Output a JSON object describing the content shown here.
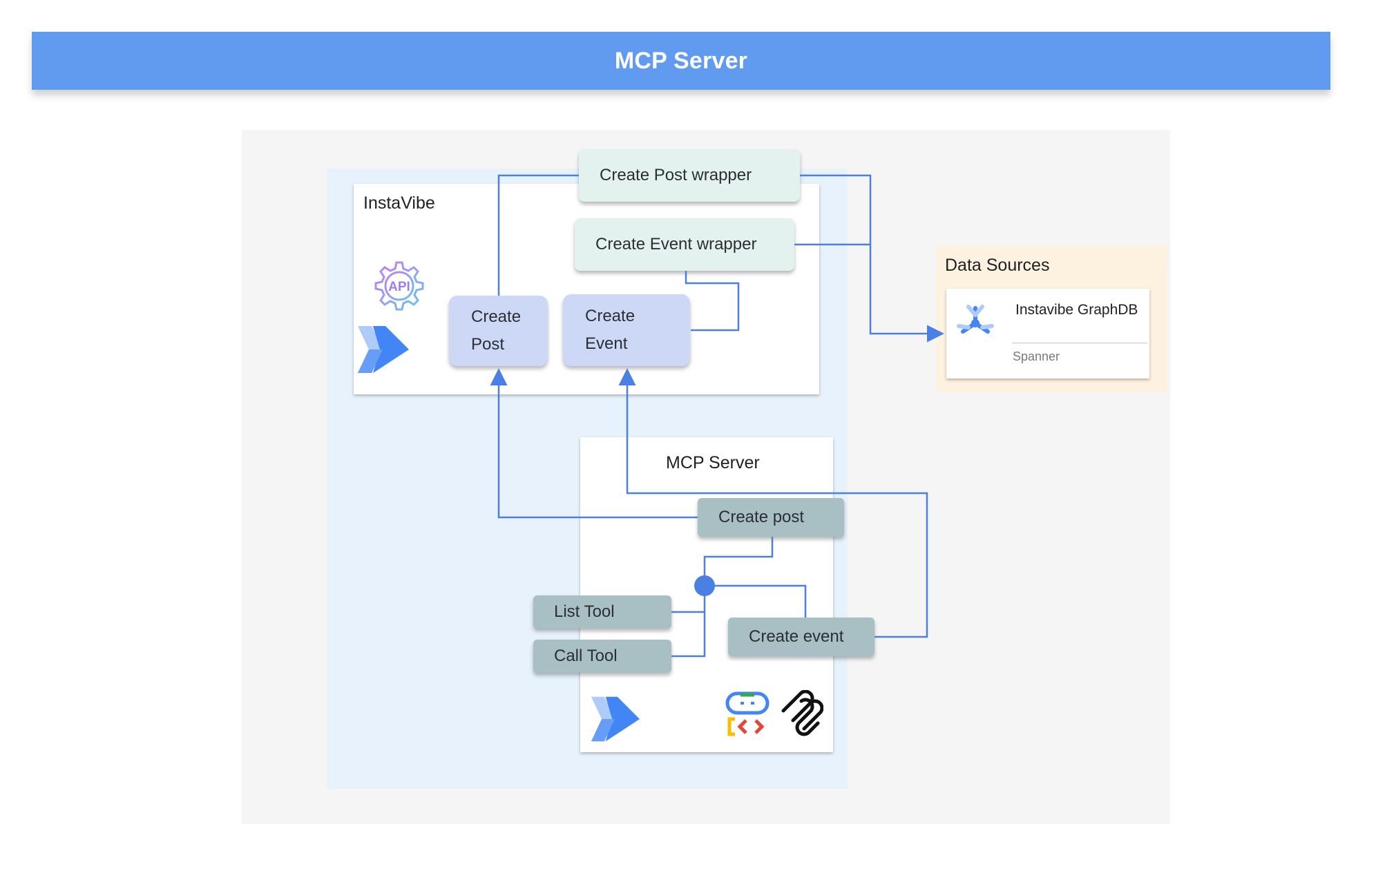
{
  "header": {
    "title": "MCP Server"
  },
  "instavibe": {
    "title": "InstaVibe",
    "api_icon_text": "API",
    "create_post": "Create Post",
    "create_event": "Create Event",
    "create_post_wrapper": "Create Post wrapper",
    "create_event_wrapper": "Create Event wrapper"
  },
  "mcp_server": {
    "title": "MCP Server",
    "create_post": "Create post",
    "create_event": "Create event",
    "list_tool": "List Tool",
    "call_tool": "Call Tool"
  },
  "data_sources": {
    "title": "Data Sources",
    "db_name": "Instavibe GraphDB",
    "db_type": "Spanner"
  },
  "colors": {
    "header": "#619bef",
    "connector": "#4a7fe3",
    "wrapper": "#e3f1ef",
    "instavibe_button": "#cdd8f7",
    "tool_button": "#a8bfc3",
    "data_sources_bg": "#fdf1df"
  },
  "icons": [
    "api-gear-icon",
    "cloud-run-icon",
    "spanner-icon",
    "genai-toolbox-icon",
    "mcp-logo-icon"
  ]
}
